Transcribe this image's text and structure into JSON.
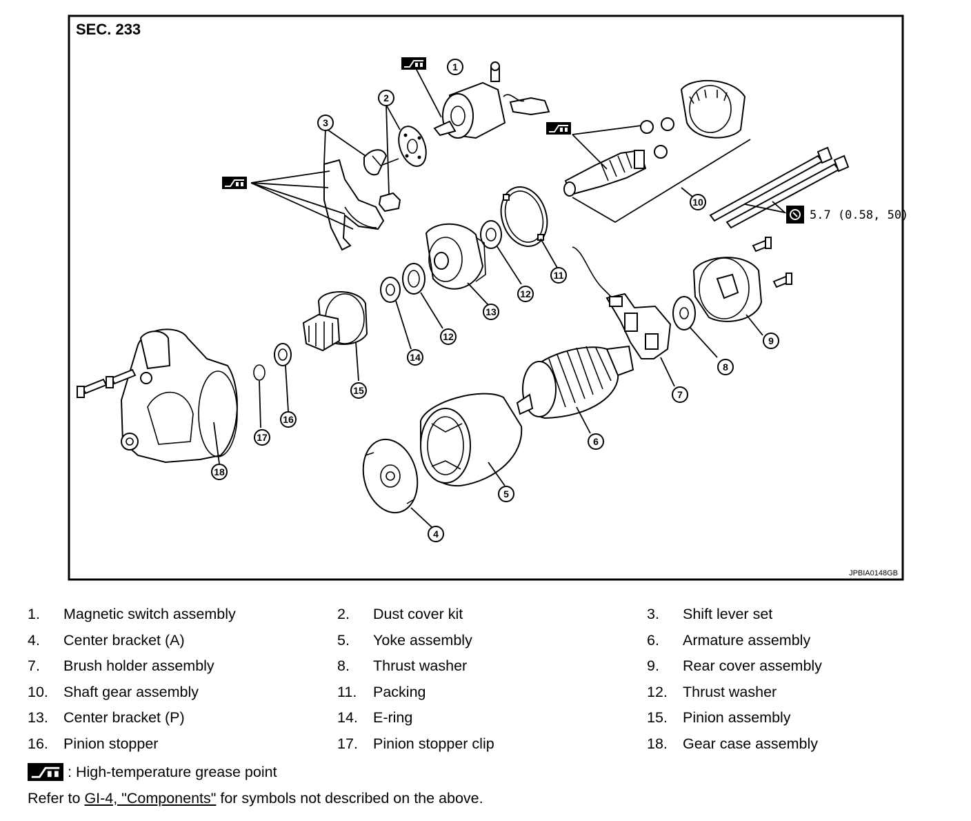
{
  "section_title": "SEC. 233",
  "figure_id": "JPBIA0148GB",
  "torque_spec": "5.7 (0.58, 50)",
  "icons": {
    "grease": "high-temp-grease-icon",
    "torque": "tightening-torque-icon"
  },
  "callouts": [
    {
      "n": "1"
    },
    {
      "n": "2"
    },
    {
      "n": "3"
    },
    {
      "n": "4"
    },
    {
      "n": "5"
    },
    {
      "n": "6"
    },
    {
      "n": "7"
    },
    {
      "n": "8"
    },
    {
      "n": "9"
    },
    {
      "n": "10"
    },
    {
      "n": "11"
    },
    {
      "n": "12"
    },
    {
      "n": "12"
    },
    {
      "n": "13"
    },
    {
      "n": "14"
    },
    {
      "n": "15"
    },
    {
      "n": "16"
    },
    {
      "n": "17"
    },
    {
      "n": "18"
    }
  ],
  "legend": [
    {
      "num": "1.",
      "name": "Magnetic switch assembly"
    },
    {
      "num": "2.",
      "name": "Dust cover kit"
    },
    {
      "num": "3.",
      "name": "Shift lever set"
    },
    {
      "num": "4.",
      "name": "Center bracket (A)"
    },
    {
      "num": "5.",
      "name": "Yoke assembly"
    },
    {
      "num": "6.",
      "name": "Armature assembly"
    },
    {
      "num": "7.",
      "name": "Brush holder assembly"
    },
    {
      "num": "8.",
      "name": "Thrust washer"
    },
    {
      "num": "9.",
      "name": "Rear cover assembly"
    },
    {
      "num": "10.",
      "name": "Shaft gear assembly"
    },
    {
      "num": "11.",
      "name": "Packing"
    },
    {
      "num": "12.",
      "name": "Thrust washer"
    },
    {
      "num": "13.",
      "name": "Center bracket (P)"
    },
    {
      "num": "14.",
      "name": "E-ring"
    },
    {
      "num": "15.",
      "name": "Pinion assembly"
    },
    {
      "num": "16.",
      "name": "Pinion stopper"
    },
    {
      "num": "17.",
      "name": "Pinion stopper clip"
    },
    {
      "num": "18.",
      "name": "Gear case assembly"
    }
  ],
  "grease_note": ": High-temperature grease point",
  "refer_note": {
    "before": "Refer to ",
    "link": "GI-4, \"Components\"",
    "after": " for symbols not described on the above."
  }
}
